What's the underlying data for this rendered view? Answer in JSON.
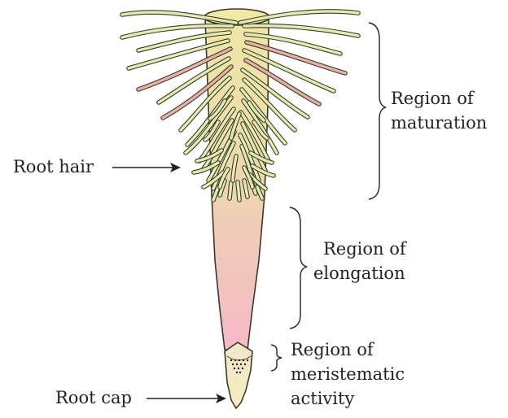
{
  "labels": {
    "root_hair": "Root hair",
    "root_cap": "Root cap",
    "maturation": [
      "Region of",
      "maturation"
    ],
    "elongation": [
      "Region of",
      "elongation"
    ],
    "meristematic": [
      "Region of",
      "meristematic",
      "activity"
    ]
  },
  "colors": {
    "hair": "#e4ebb0",
    "hair_pink": "#e6b2a8",
    "root_top": "#f0e8a8",
    "root_mid": "#f2d4b8",
    "root_tip": "#f5b8c6",
    "cap": "#f2ebc2",
    "outline": "#3a3a2a",
    "text": "#222222"
  },
  "icons": {
    "pointer_arrow": "arrow-right-icon",
    "bracket": "curly-brace-icon"
  }
}
